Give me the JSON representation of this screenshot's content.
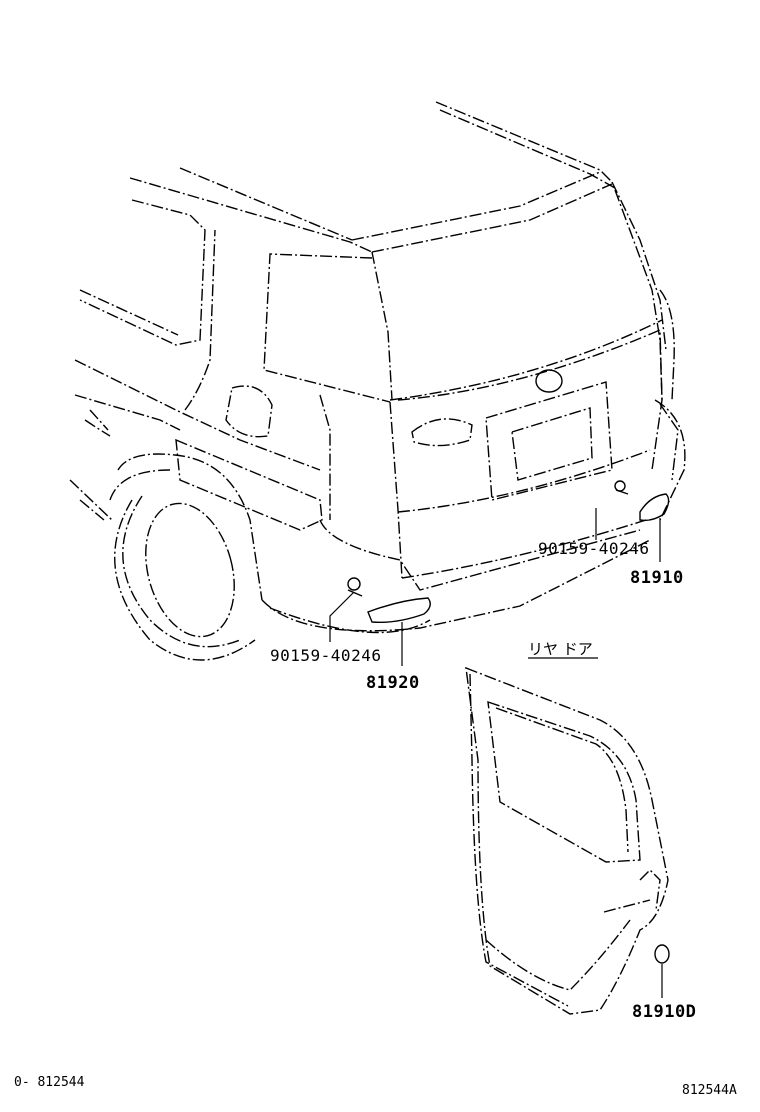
{
  "callouts": {
    "bolt_right": "90159-40246",
    "reflector_right": "81910",
    "bolt_left": "90159-40246",
    "reflector_left": "81920",
    "door_section_title": "リヤ ドア",
    "door_reflector": "81910D"
  },
  "footer": {
    "left_code": "0- 812544",
    "right_code": "812544A"
  },
  "icons": [
    "vehicle-rear-outline",
    "rear-door-outline",
    "bolt-icon",
    "reflector-icon"
  ]
}
